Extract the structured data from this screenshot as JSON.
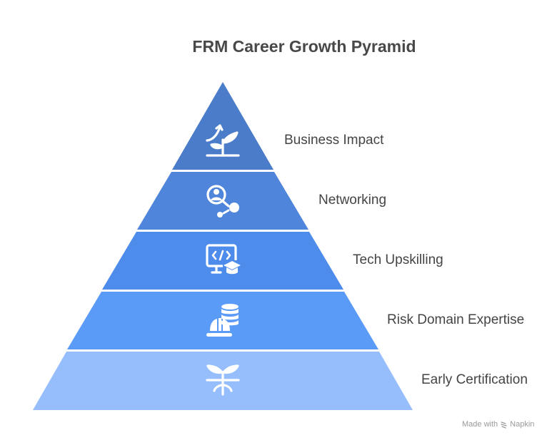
{
  "title": "FRM Career Growth Pyramid",
  "layers": [
    {
      "label": "Business Impact",
      "icon": "growth-plant-arrow-icon",
      "color": "#4A7CC9"
    },
    {
      "label": "Networking",
      "icon": "person-search-network-icon",
      "color": "#4F86DB"
    },
    {
      "label": "Tech Upskilling",
      "icon": "code-monitor-graduation-icon",
      "color": "#4E8CEB"
    },
    {
      "label": "Risk Domain Expertise",
      "icon": "hardhat-database-icon",
      "color": "#5B9BF8"
    },
    {
      "label": "Early Certification",
      "icon": "sprout-roots-icon",
      "color": "#97BEFC"
    }
  ],
  "footer": {
    "made_with": "Made with",
    "brand": "Napkin"
  }
}
